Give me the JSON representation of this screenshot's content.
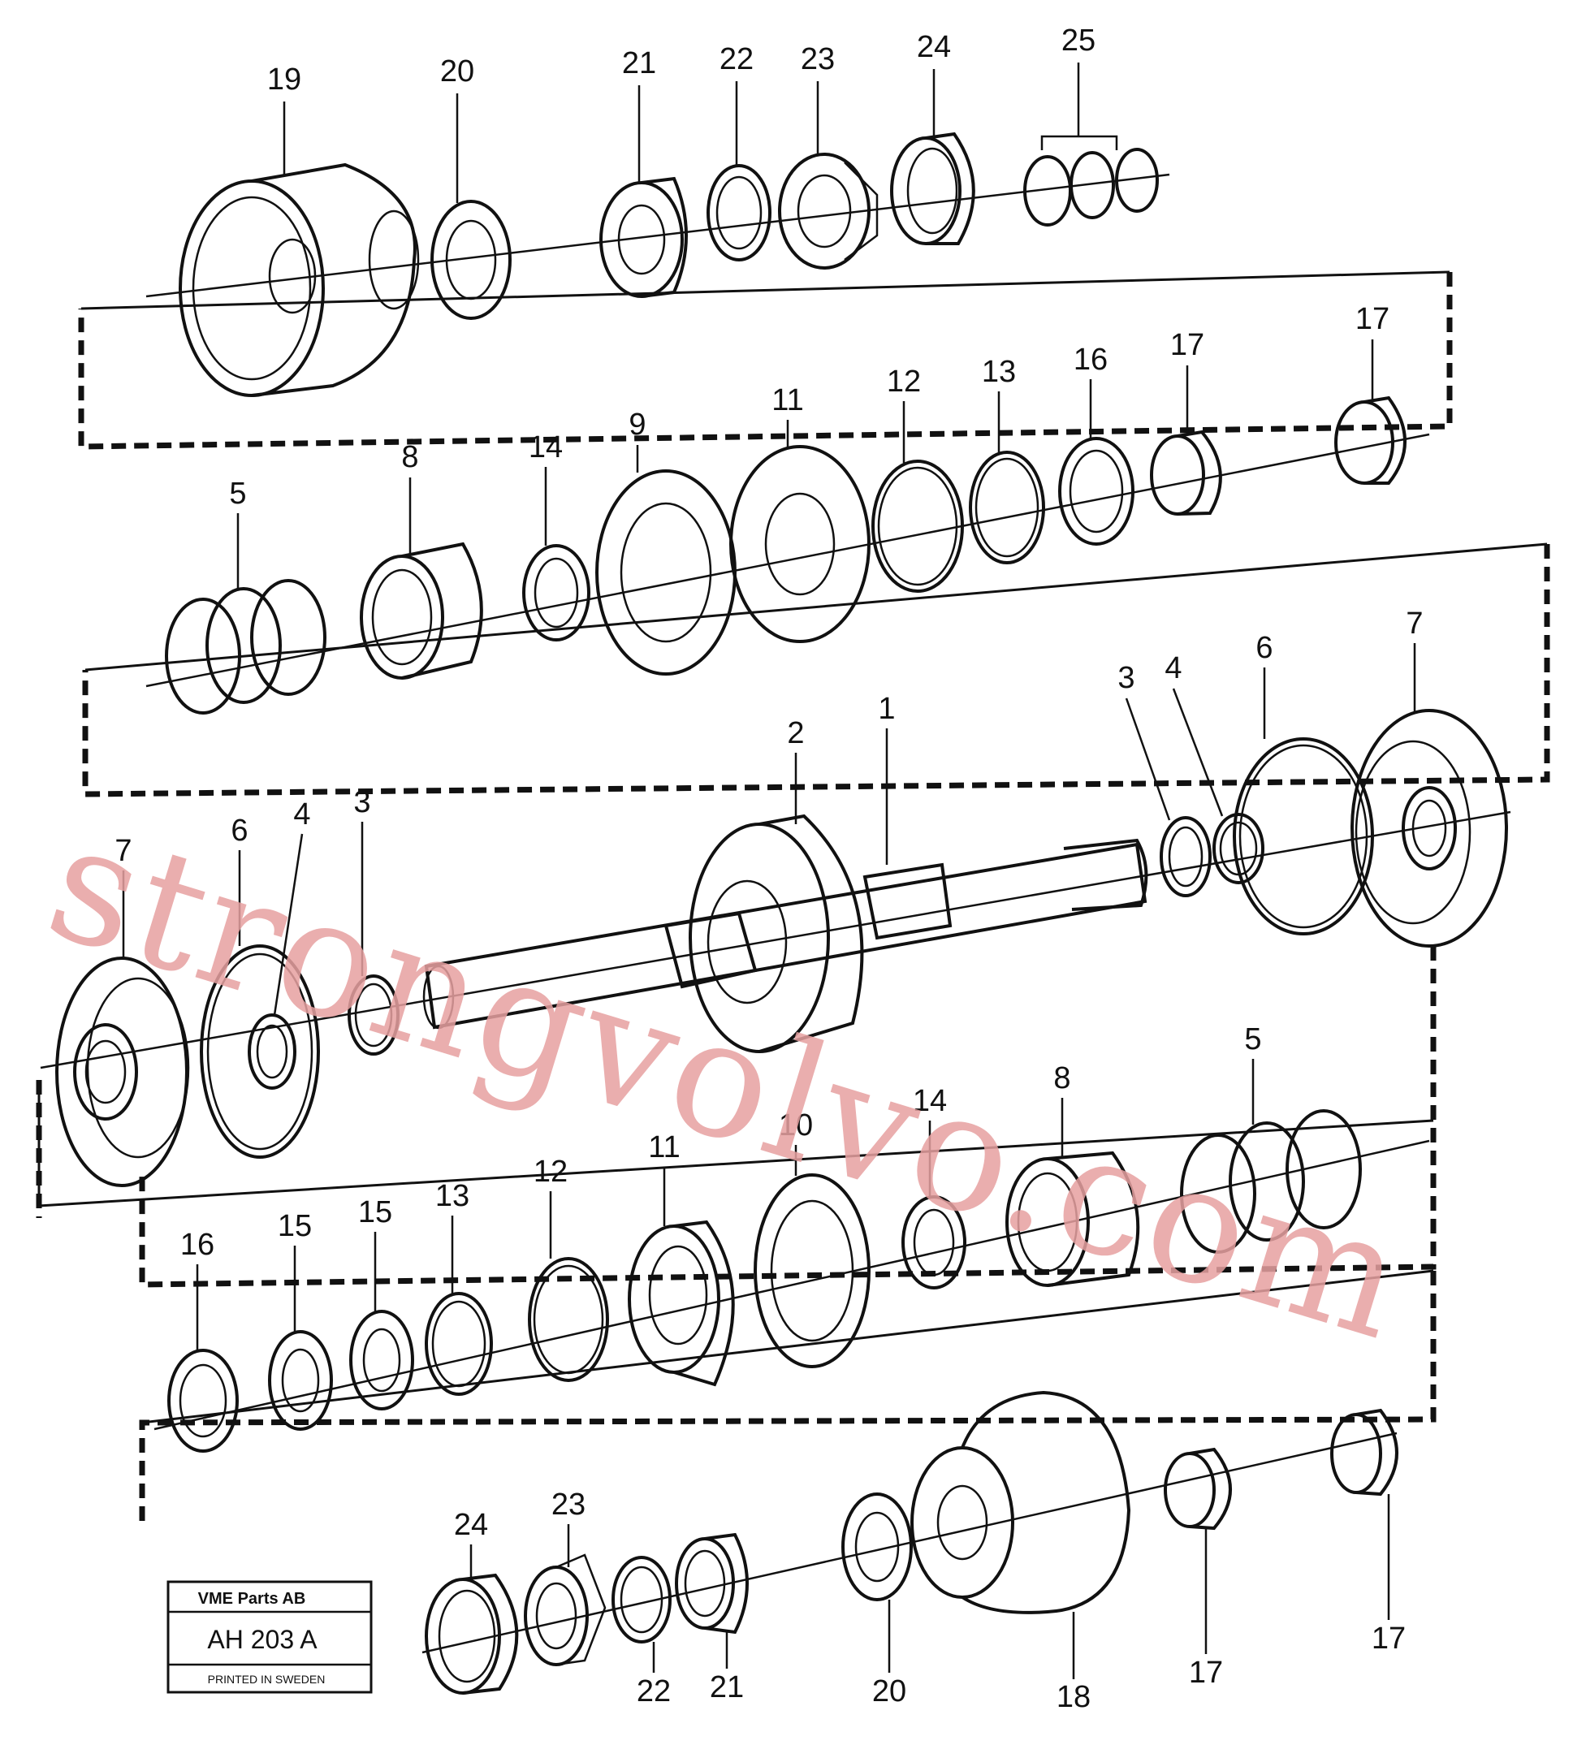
{
  "diagram": {
    "callouts": {
      "r1": [
        "19",
        "20",
        "21",
        "22",
        "23",
        "24",
        "25"
      ],
      "r2": [
        "5",
        "8",
        "14",
        "9",
        "11",
        "12",
        "13",
        "16",
        "17",
        "17"
      ],
      "r3a": [
        "7",
        "6",
        "4",
        "3"
      ],
      "r3b": [
        "2",
        "1",
        "3",
        "4",
        "6",
        "7"
      ],
      "r4": [
        "16",
        "15",
        "15",
        "13",
        "12",
        "11",
        "10",
        "14",
        "8",
        "5"
      ],
      "r5": [
        "24",
        "23",
        "22",
        "21",
        "20",
        "18",
        "17",
        "17"
      ]
    }
  },
  "watermark": {
    "text": "strongvolvo.com"
  },
  "stamp": {
    "company": "VME Parts AB",
    "code": "AH 203 A",
    "printed": "PRINTED IN SWEDEN"
  }
}
